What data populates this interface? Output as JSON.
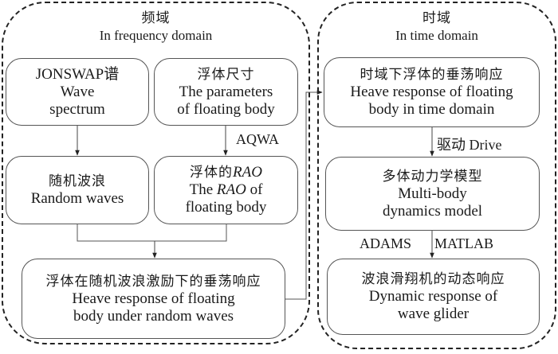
{
  "frequency_domain": {
    "title_zh": "频域",
    "title_en": "In frequency domain",
    "boxes": {
      "wave_spectrum": {
        "zh": "JONSWAP谱",
        "en1": "Wave",
        "en2": "spectrum"
      },
      "body_params": {
        "zh": "浮体尺寸",
        "en1": "The parameters",
        "en2": "of floating body"
      },
      "random_waves": {
        "zh": "随机波浪",
        "en1": "Random waves"
      },
      "rao": {
        "zh_prefix": "浮体的",
        "zh_italic": "RAO",
        "en_prefix": "The ",
        "en_italic": "RAO",
        "en_suffix": " of",
        "en2": "floating body"
      },
      "heave_random": {
        "zh": "浮体在随机波浪激励下的垂荡响应",
        "en1": "Heave response of floating",
        "en2": "body under random waves"
      }
    },
    "edge_labels": {
      "aqwa": "AQWA"
    }
  },
  "time_domain": {
    "title_zh": "时域",
    "title_en": "In time domain",
    "boxes": {
      "heave_time": {
        "zh": "时域下浮体的垂荡响应",
        "en1": "Heave response of floating",
        "en2": "body in time domain"
      },
      "multibody": {
        "zh": "多体动力学模型",
        "en1": "Multi-body",
        "en2": "dynamics model"
      },
      "glider_response": {
        "zh": "波浪滑翔机的动态响应",
        "en1": "Dynamic response of",
        "en2": "wave glider"
      }
    },
    "edge_labels": {
      "drive": "驱动 Drive",
      "adams": "ADAMS",
      "matlab": "MATLAB"
    }
  }
}
